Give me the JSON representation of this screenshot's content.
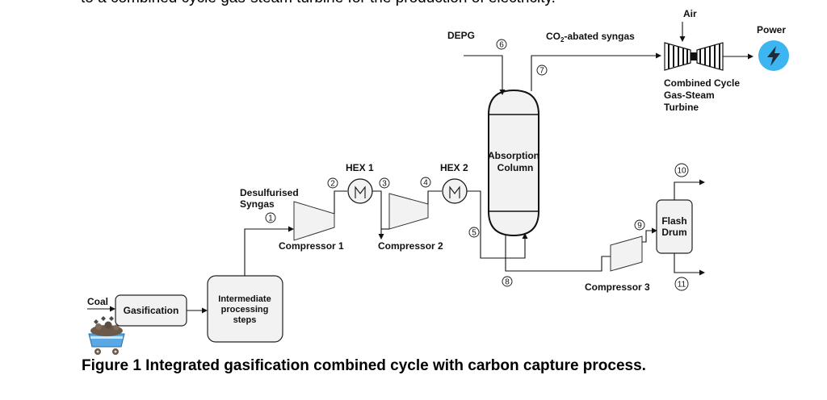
{
  "top_text": "to a combined cycle gas-steam turbine for the production of electricity.",
  "labels": {
    "coal": "Coal",
    "gasification": "Gasification",
    "intermediate_line1": "Intermediate",
    "intermediate_line2": "processing",
    "intermediate_line3": "steps",
    "desulfurised_line1": "Desulfurised",
    "desulfurised_line2": "Syngas",
    "compressor1": "Compressor 1",
    "compressor2": "Compressor 2",
    "compressor3": "Compressor 3",
    "hex1": "HEX 1",
    "hex2": "HEX 2",
    "absorption_line1": "Absorption",
    "absorption_line2": "Column",
    "depg": "DEPG",
    "co2_prefix": "CO",
    "co2_sub": "2",
    "co2_suffix": "-abated syngas",
    "air": "Air",
    "power": "Power",
    "turbine_line1": "Combined Cycle",
    "turbine_line2": "Gas-Steam",
    "turbine_line3": "Turbine",
    "flash_line1": "Flash",
    "flash_line2": "Drum"
  },
  "streams": {
    "s1": "1",
    "s2": "2",
    "s3": "3",
    "s4": "4",
    "s5": "5",
    "s6": "6",
    "s7": "7",
    "s8": "8",
    "s9": "9",
    "s10": "10",
    "s11": "11"
  },
  "caption": "Figure 1 Integrated gasification combined cycle with carbon capture process.",
  "colors": {
    "power_circle": "#3db5f0",
    "cart_body": "#5aa9e6",
    "coal": "#6b5a4a"
  },
  "icons": {
    "power": "lightning-bolt-icon",
    "coal": "coal-cart-icon"
  }
}
